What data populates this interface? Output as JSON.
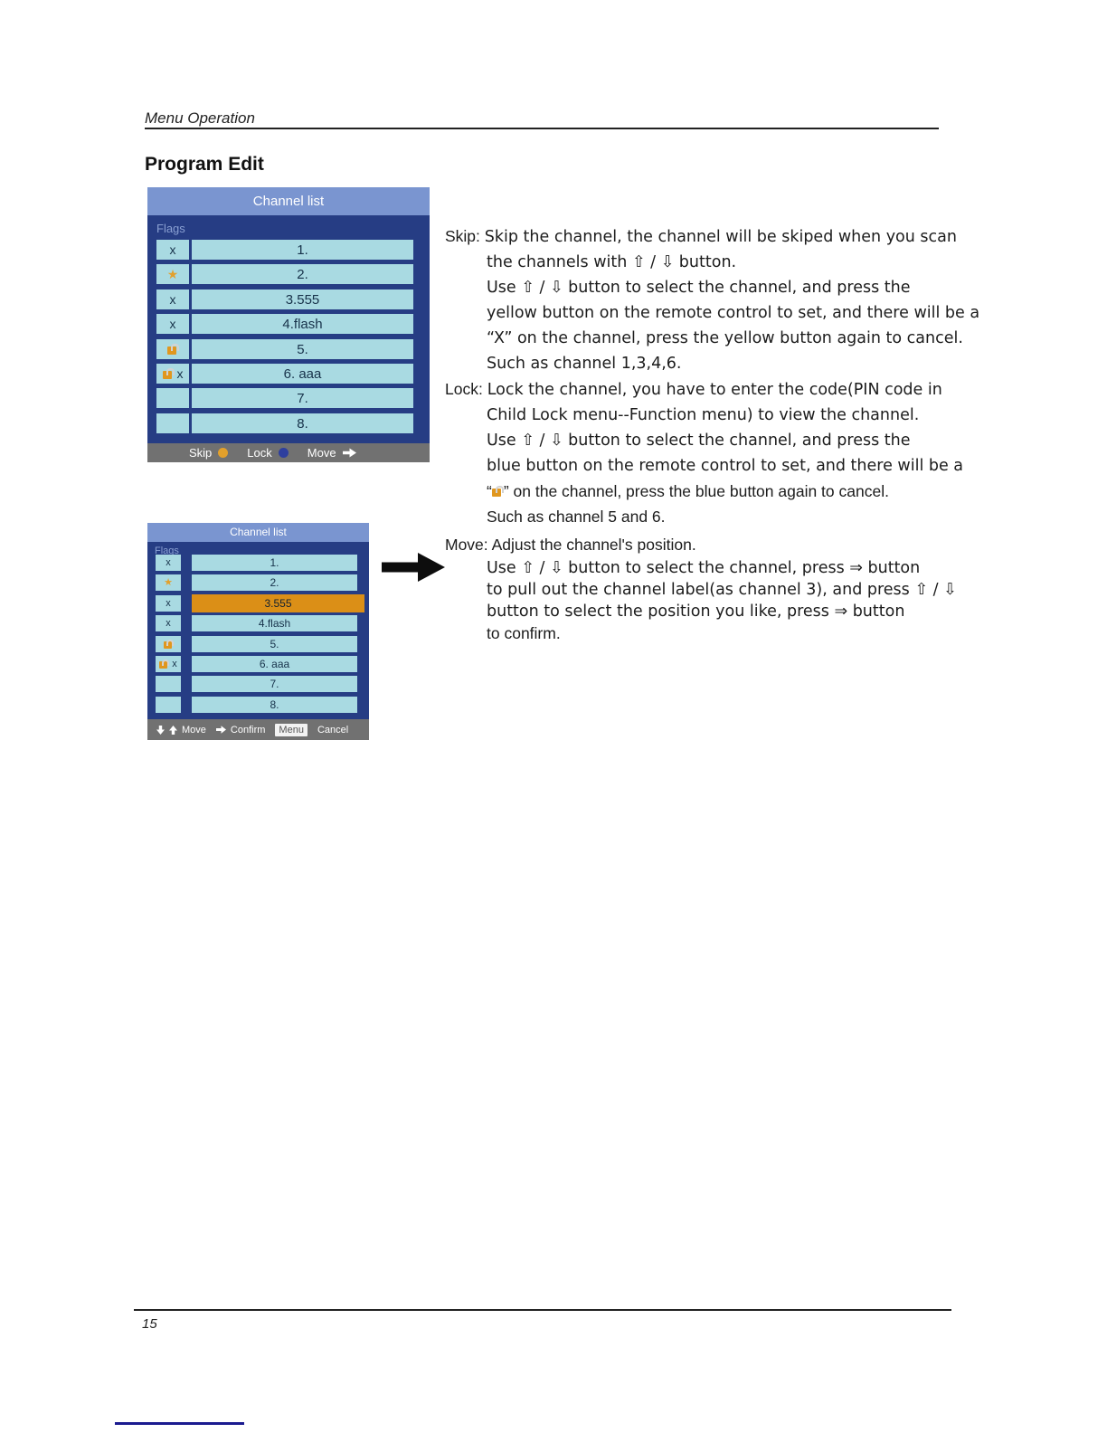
{
  "page": {
    "header": "Menu Operation",
    "section_title": "Program Edit",
    "page_number": "15"
  },
  "colors": {
    "titlebar_blue": "#7a95d0",
    "body_navy": "#263d84",
    "cell_cyan": "#a9dae2",
    "footer_gray": "#717171",
    "accent_orange": "#e2a02c",
    "selected_orange": "#db8f17",
    "lock_dot_blue": "#2e3f9e"
  },
  "icons": {
    "star": "★",
    "lock": "orange-padlock-shape",
    "skip_mark": "x",
    "up_arrow": "⇧",
    "down_arrow": "⇩",
    "right_arrow": "⇒"
  },
  "channel_list_1": {
    "title": "Channel list",
    "flags_label": "Flags",
    "rows": [
      {
        "skip": "x",
        "label": "1."
      },
      {
        "fav": "★",
        "label": "2."
      },
      {
        "skip": "x",
        "label": "3.555"
      },
      {
        "skip": "x",
        "label": "4.flash"
      },
      {
        "lock": true,
        "label": "5."
      },
      {
        "lock": true,
        "skip": "x",
        "label": "6. aaa"
      },
      {
        "label": "7."
      },
      {
        "label": "8."
      }
    ],
    "footer": {
      "skip": "Skip",
      "lock": "Lock",
      "move": "Move"
    }
  },
  "channel_list_2": {
    "title": "Channel list",
    "flags_label": "Flags",
    "selected_row": "3.555",
    "rows": [
      {
        "skip": "x",
        "label": "1."
      },
      {
        "fav": "★",
        "label": "2."
      },
      {
        "skip": "x",
        "label": "3.555"
      },
      {
        "skip": "x",
        "label": "4.flash"
      },
      {
        "lock": true,
        "label": "5."
      },
      {
        "lock": true,
        "skip": "x",
        "label": "6. aaa"
      },
      {
        "label": "7."
      },
      {
        "label": "8."
      }
    ],
    "footer": {
      "move": "Move",
      "confirm": "Confirm",
      "menu": "Menu",
      "cancel": "Cancel"
    }
  },
  "instructions": {
    "skip": {
      "label": "Skip:",
      "lines": [
        "Skip the channel, the channel will be skiped when you scan",
        "the channels with ⇧ / ⇩ button.",
        "Use ⇧ / ⇩ button to select the channel, and press the",
        "yellow button on the remote control to set, and there will be a",
        "“X” on the channel, press the yellow button again to cancel.",
        "Such as channel 1,3,4,6."
      ]
    },
    "lock": {
      "label": "Lock:",
      "lines": [
        "Lock the channel, you have to enter the code(PIN code in",
        "Child Lock menu--Function menu) to view the channel.",
        "Use ⇧ / ⇩ button to select the channel, and press the",
        "blue button on the remote control to set, and there will be a"
      ],
      "lock_line_prefix": "“",
      "lock_line_suffix": "” on the channel, press the blue button again to cancel.",
      "last_line": "Such as channel 5 and 6."
    },
    "move": {
      "label": "Move:",
      "lines": [
        "Adjust the channel's position.",
        "Use ⇧ / ⇩ button to select the channel, press ⇒ button",
        "to pull out the channel label(as channel 3), and press  ⇧ / ⇩",
        "button to select the position you like, press ⇒ button",
        "to confirm."
      ]
    }
  }
}
